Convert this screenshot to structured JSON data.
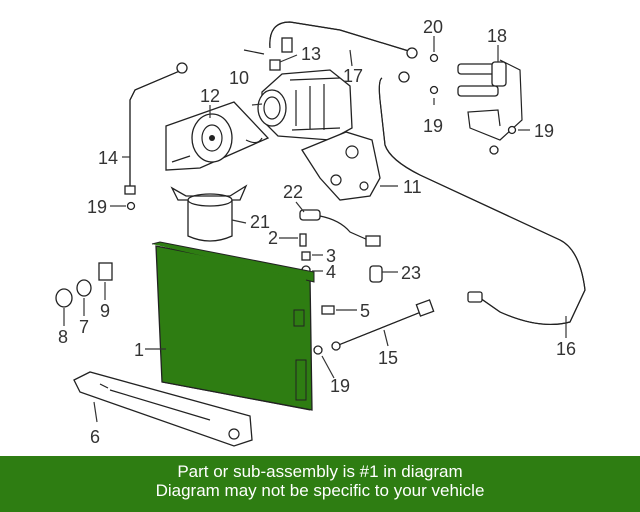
{
  "diagram": {
    "highlight_color": "#2e7d12",
    "callouts": {
      "c1": "1",
      "c2": "2",
      "c3": "3",
      "c4": "4",
      "c5": "5",
      "c6": "6",
      "c7": "7",
      "c8": "8",
      "c9": "9",
      "c10": "10",
      "c11": "11",
      "c12": "12",
      "c13": "13",
      "c14": "14",
      "c15": "15",
      "c16": "16",
      "c17": "17",
      "c18": "18",
      "c19a": "19",
      "c19b": "19",
      "c19c": "19",
      "c19d": "19",
      "c20": "20",
      "c21": "21",
      "c22": "22",
      "c23": "23"
    }
  },
  "banner": {
    "line1": "Part or sub-assembly is #1 in diagram",
    "line2": "Diagram may not be specific to your vehicle",
    "background": "#2e7d12"
  }
}
